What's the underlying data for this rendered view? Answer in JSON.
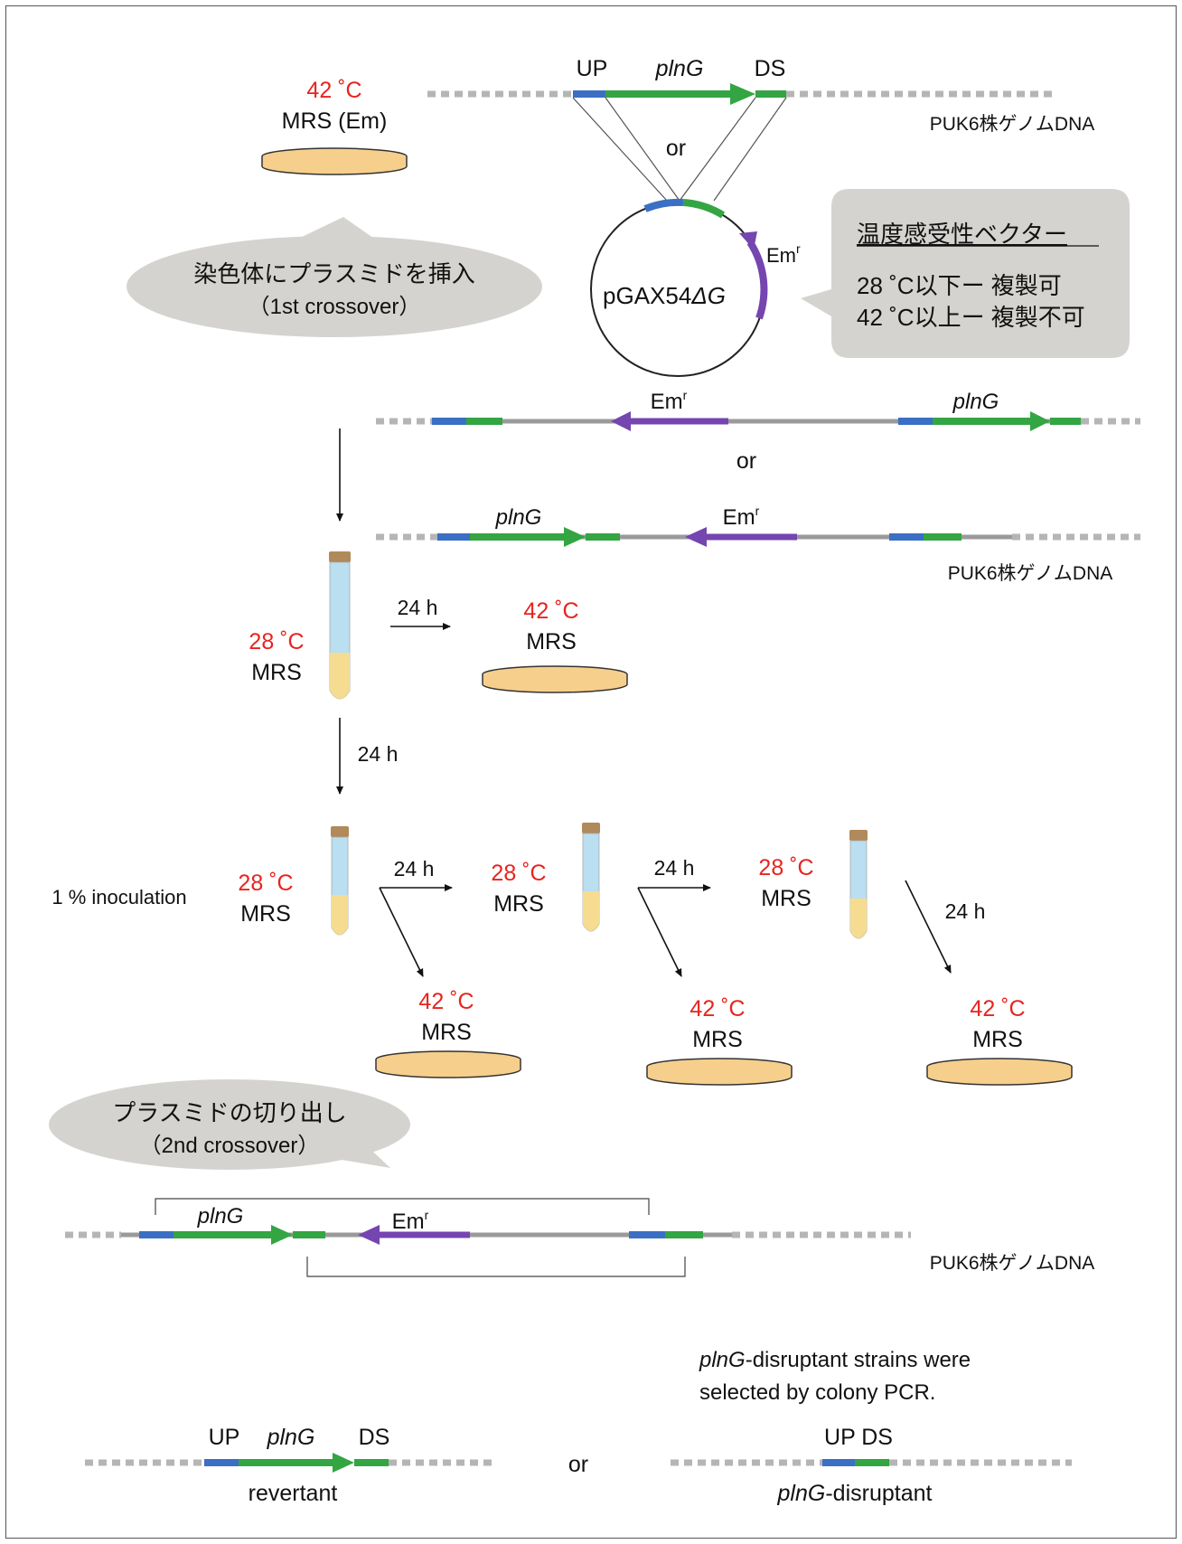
{
  "colors": {
    "up": "#3b6fc4",
    "gene": "#33a543",
    "emr": "#7545b0",
    "backbone": "#9a9a9a",
    "dotted": "#b5b5b5",
    "temp_red": "#e8231f",
    "plate_fill": "#f6cf8c",
    "plate_stroke": "#333333",
    "bubble": "#d4d3cf",
    "tube_liquid": "#b9dff0",
    "tube_culture": "#f5dc90",
    "cork": "#b08a5a"
  },
  "step1": {
    "temp": "42 ˚C",
    "medium": "MRS (Em)",
    "bubble_line1": "染色体にプラスミドを挿入",
    "bubble_line2": "（1st crossover）"
  },
  "genome_top": {
    "label_up": "UP",
    "label_gene": "plnG",
    "label_ds": "DS",
    "genome_label": "PUK6株ゲノムDNA",
    "or": "or"
  },
  "plasmid": {
    "name_prefix": "pGAX54",
    "name_suffix": "ΔG",
    "marker": "Em",
    "marker_sup": "r"
  },
  "vector_box": {
    "title": "温度感受性ベクター",
    "line1": "28 ˚C以下ー 複製可",
    "line2": "42 ˚C以上ー 複製不可"
  },
  "integration": {
    "line1_marker": "Em",
    "line1_sup": "r",
    "line1_gene": "plnG",
    "or": "or",
    "line2_gene": "plnG",
    "line2_marker": "Em",
    "line2_sup": "r",
    "genome_label": "PUK6株ゲノムDNA"
  },
  "culture1": {
    "temp": "28 ˚C",
    "medium": "MRS",
    "arrow_label": "24 h",
    "plate_temp": "42 ˚C",
    "plate_medium": "MRS",
    "down_label": "24 h"
  },
  "passage": {
    "inoculation": "1 % inoculation",
    "tubes": [
      {
        "temp": "28 ˚C",
        "medium": "MRS",
        "arrow_label": "24 h"
      },
      {
        "temp": "28 ˚C",
        "medium": "MRS",
        "arrow_label": "24 h"
      },
      {
        "temp": "28 ˚C",
        "medium": "MRS",
        "arrow_label": "24 h"
      }
    ],
    "plates": [
      {
        "temp": "42 ˚C",
        "medium": "MRS"
      },
      {
        "temp": "42 ˚C",
        "medium": "MRS"
      },
      {
        "temp": "42 ˚C",
        "medium": "MRS"
      }
    ]
  },
  "excision": {
    "bubble_line1": "プラスミドの切り出し",
    "bubble_line2": "（2nd crossover）",
    "gene": "plnG",
    "marker": "Em",
    "marker_sup": "r",
    "genome_label": "PUK6株ゲノムDNA"
  },
  "result": {
    "note_gene": "plnG",
    "note_line1_rest": "-disruptant  strains  were",
    "note_line2": "selected by colony PCR.",
    "rev_up": "UP",
    "rev_gene": "plnG",
    "rev_ds": "DS",
    "rev_label": "revertant",
    "or": "or",
    "dis_updown": "UP DS",
    "dis_gene": "plnG",
    "dis_label_rest": "-disruptant"
  }
}
